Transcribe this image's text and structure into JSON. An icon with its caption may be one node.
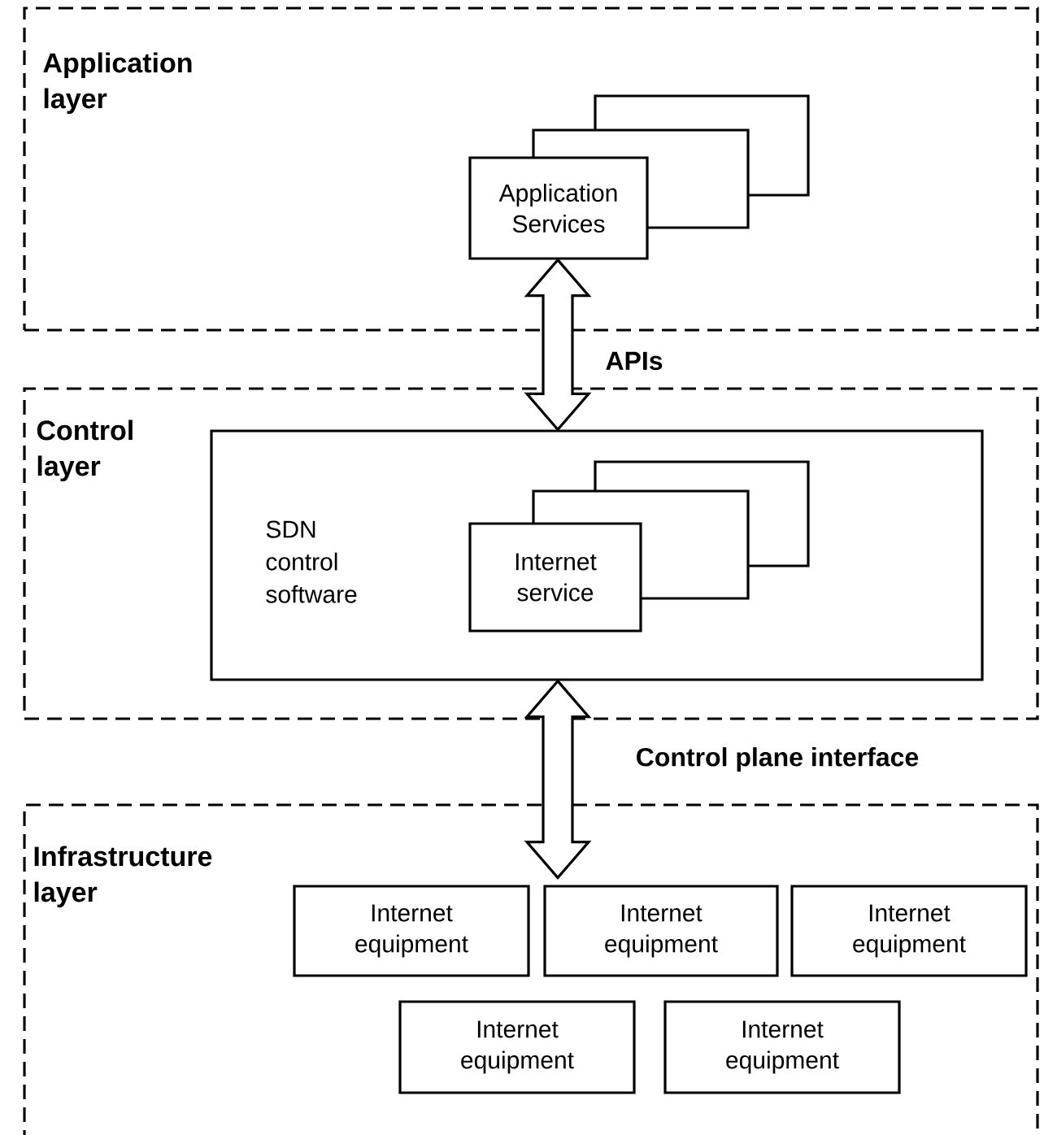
{
  "diagram": {
    "nodes": [
      {
        "text": [
          "Application layer"
        ]
      },
      {
        "text": [
          "Application Services"
        ],
        "in": 0
      },
      {
        "text": [
          "Control layer"
        ]
      },
      {
        "text": [
          "SDN control software"
        ],
        "in": 2
      },
      {
        "text": [
          "Internet service"
        ],
        "in": 3
      },
      {
        "text": [
          "Infrastructure layer"
        ]
      },
      {
        "text": [
          "Internet equipment"
        ],
        "in": 5
      },
      {
        "text": [
          "Internet equipment"
        ],
        "in": 5
      },
      {
        "text": [
          "Internet equipment"
        ],
        "in": 5
      },
      {
        "text": [
          "Internet equipment"
        ],
        "in": 5
      },
      {
        "text": [
          "Internet equipment"
        ],
        "in": 5
      }
    ],
    "edges": [
      {
        "from": 1,
        "to": 3,
        "arrow": "both",
        "label": "APIs"
      },
      {
        "from": 3,
        "to": 5,
        "arrow": "both",
        "label": "Control plane interface"
      }
    ]
  }
}
